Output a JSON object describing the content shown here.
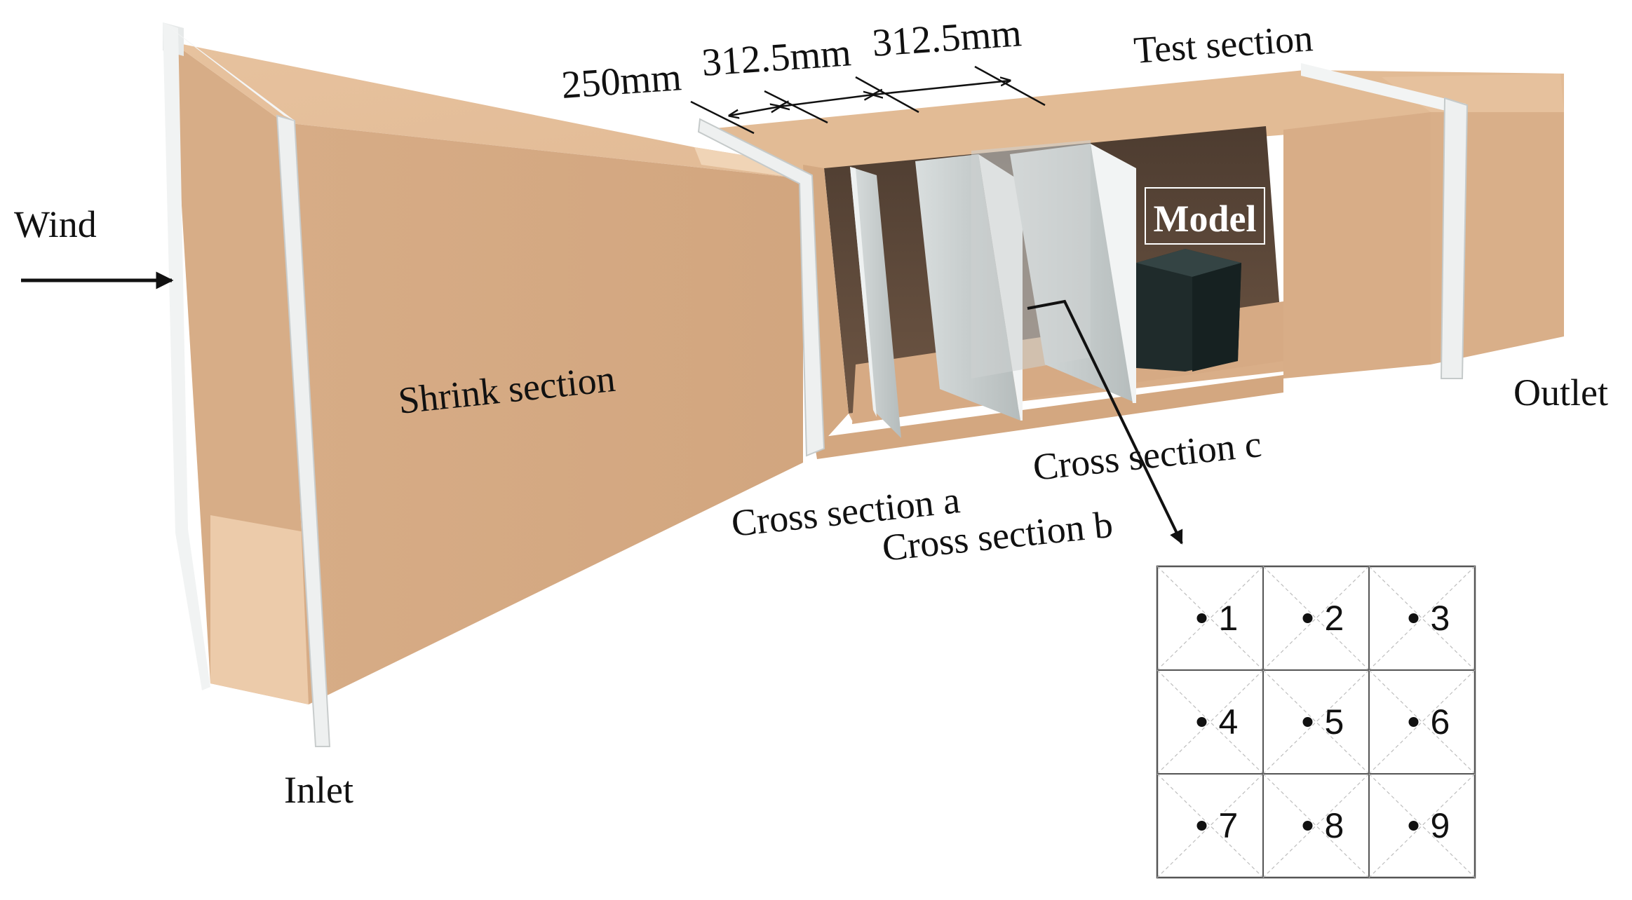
{
  "figure": {
    "labels": {
      "wind": "Wind",
      "inlet": "Inlet",
      "shrink": "Shrink section",
      "test": "Test section",
      "outlet": "Outlet",
      "model": "Model",
      "cross_a": "Cross section a",
      "cross_b": "Cross section b",
      "cross_c": "Cross section c"
    },
    "dimensions": [
      "250mm",
      "312.5mm",
      "312.5mm"
    ],
    "measurement_points": [
      "1",
      "2",
      "3",
      "4",
      "5",
      "6",
      "7",
      "8",
      "9"
    ],
    "colors": {
      "duct_tan": "#d9b08c",
      "duct_shade": "#c49a74",
      "duct_dark": "#5e4a3a",
      "flange_white": "#eef0f0",
      "partition_gray": "#c9cfcf",
      "model_block": "#1e2a2a"
    }
  }
}
